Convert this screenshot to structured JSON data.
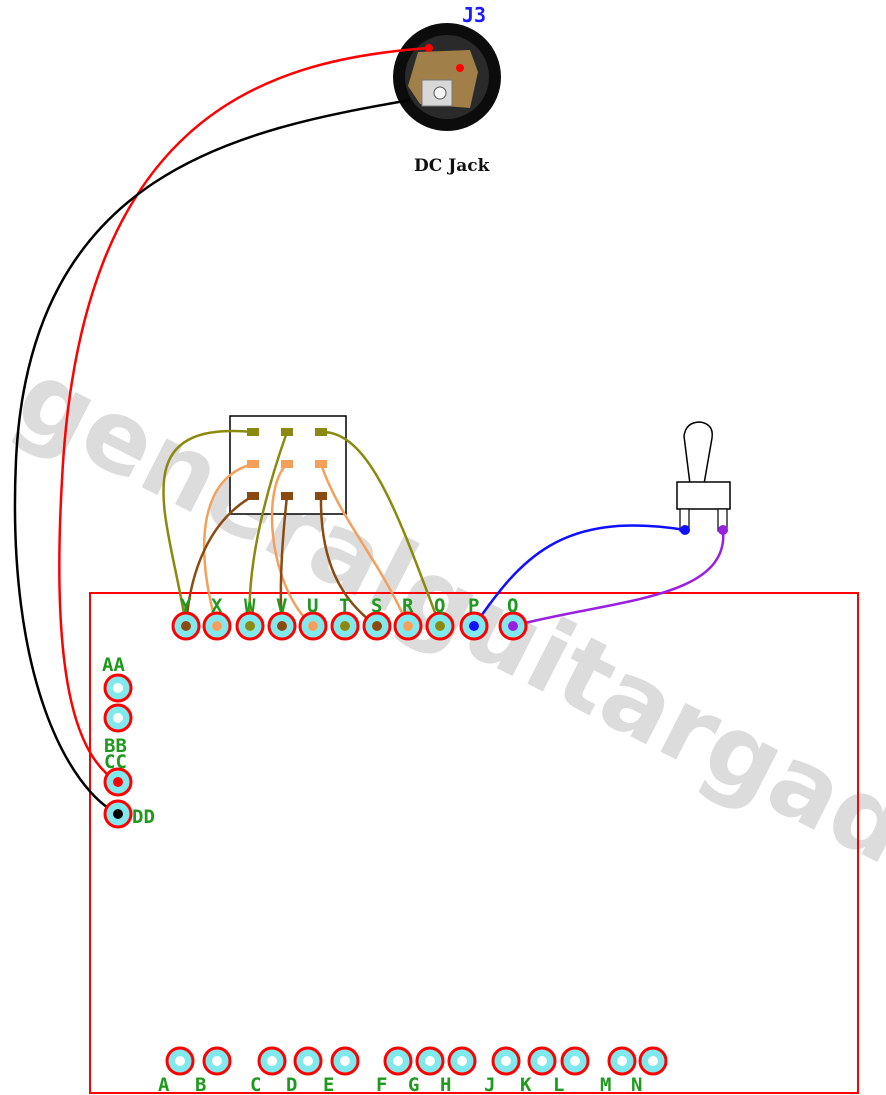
{
  "watermark": "generalguitargadges.com",
  "dc_jack": {
    "ref": "J3",
    "caption": "DC Jack"
  },
  "top_pads": [
    "Y",
    "X",
    "W",
    "V",
    "U",
    "T",
    "S",
    "R",
    "Q",
    "P",
    "O"
  ],
  "left_pads": {
    "top": "AA",
    "mid": "BB",
    "cc": "CC",
    "dd": "DD"
  },
  "bottom_pads": [
    "A",
    "B",
    "C",
    "D",
    "E",
    "F",
    "G",
    "H",
    "J",
    "K",
    "L",
    "M",
    "N"
  ],
  "colors": {
    "board_outline": "#ff0000",
    "pad_fill": "#7fe9ee",
    "pad_ring": "#ff0000",
    "label": "#1f9a1f",
    "wire_red": "#ff0000",
    "wire_black": "#000000",
    "wire_olive": "#8a8a10",
    "wire_orange": "#f5a05a",
    "wire_brown": "#8b4a10",
    "wire_blue": "#1010ff",
    "wire_purple": "#9a20e0"
  }
}
